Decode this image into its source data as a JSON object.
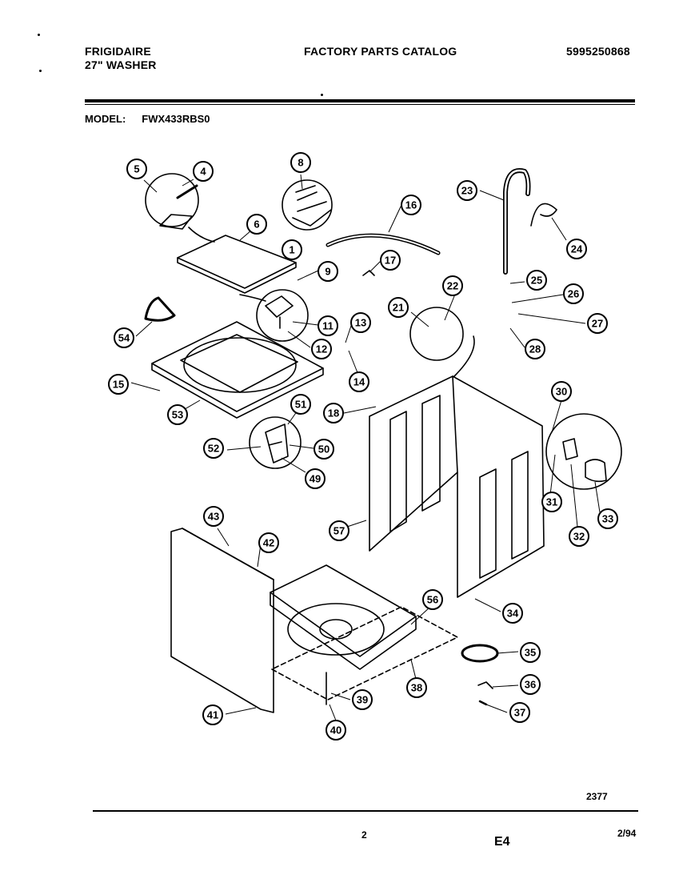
{
  "header": {
    "brand": "FRIGIDAIRE",
    "product": "27\" WASHER",
    "catalog_title": "FACTORY PARTS CATALOG",
    "catalog_number": "5995250868"
  },
  "model": {
    "label": "MODEL:",
    "value": "FWX433RBS0"
  },
  "diagram": {
    "callouts": [
      "1",
      "4",
      "5",
      "6",
      "8",
      "9",
      "11",
      "12",
      "13",
      "14",
      "15",
      "16",
      "17",
      "18",
      "21",
      "22",
      "23",
      "24",
      "25",
      "26",
      "27",
      "28",
      "30",
      "31",
      "32",
      "33",
      "34",
      "35",
      "36",
      "37",
      "38",
      "39",
      "40",
      "41",
      "42",
      "43",
      "49",
      "50",
      "51",
      "52",
      "53",
      "54",
      "56",
      "57"
    ]
  },
  "footer": {
    "figure_number": "2377",
    "page_number": "2",
    "section_code": "E4",
    "date": "2/94"
  }
}
